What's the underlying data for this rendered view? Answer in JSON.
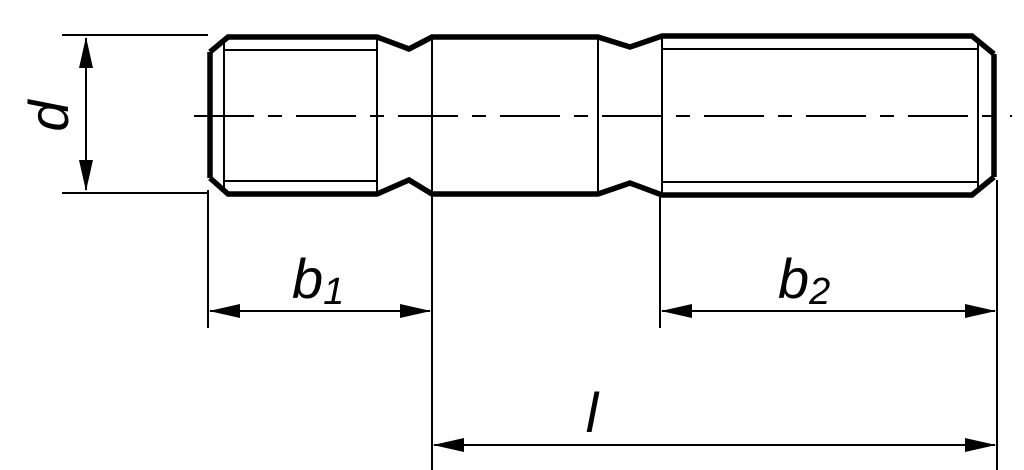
{
  "labels": {
    "diameter": "d",
    "thread_length_1": "b",
    "thread_length_1_sub": "1",
    "thread_length_2": "b",
    "thread_length_2_sub": "2",
    "length": "l"
  },
  "colors": {
    "line": "#000000",
    "background": "#ffffff"
  }
}
